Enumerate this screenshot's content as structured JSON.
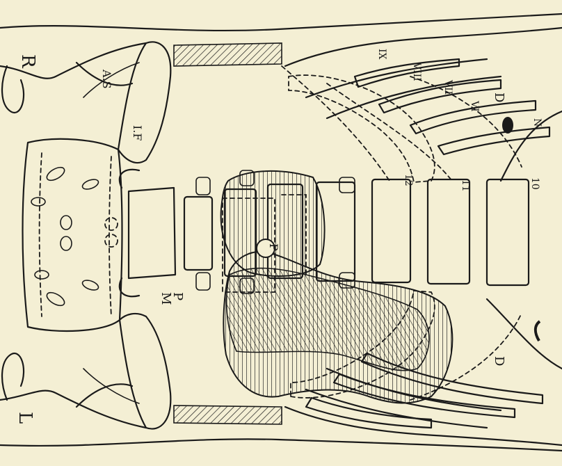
{
  "figure": {
    "labels": {
      "right_side": "R",
      "left_side": "L",
      "iliac_fossa": "I.F",
      "anterior_superior_spine": "A.S",
      "psoas_major_p": "P",
      "psoas_major_m": "M",
      "pancreas": "P",
      "diaphragm_upper": "D",
      "diaphragm_lower": "D",
      "rib_ix": "IX",
      "rib_viii": "VIII",
      "rib_vii": "VII",
      "rib_vi": "VI",
      "rib_10": "10",
      "rib_11": "11",
      "rib_12": "12",
      "top_mark": "N"
    },
    "colors": {
      "paper": "#f4efd4",
      "ink": "#1a1a1a"
    }
  }
}
